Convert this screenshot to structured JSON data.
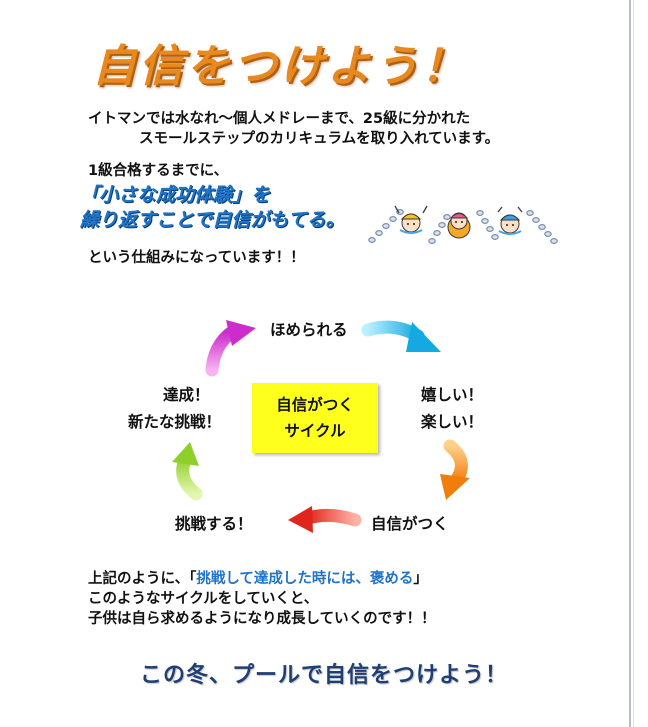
{
  "title": "自信をつけよう！",
  "intro": {
    "line1": "イトマンでは水なれ～個人メドレーまで、25級に分かれた",
    "line2": "スモールステップのカリキュラムを取り入れています。"
  },
  "success": {
    "line1": "1級合格するまでに、",
    "blue1": "「小さな成功体験」を",
    "blue2": "繰り返すことで自信がもてる。",
    "line3": "という仕組みになっています！！"
  },
  "cycle": {
    "center_line1": "自信がつく",
    "center_line2": "サイクル",
    "step_praised": "ほめられる",
    "step_happy": "嬉しい！",
    "step_fun": "楽しい！",
    "step_confidence": "自信がつく",
    "step_challenge": "挑戦する！",
    "step_achieve": "達成！",
    "step_new_challenge": "新たな挑戦！"
  },
  "summary": {
    "line1_prefix": "上記のように、「",
    "line1_highlight": "挑戦して達成した時には、褒める",
    "line1_suffix": "」",
    "line2": "このようなサイクルをしていくと、",
    "line3": "子供は自ら求めるようになり成長していくのです！！"
  },
  "closing": "この冬、プールで自信をつけよう！",
  "colors": {
    "title": "#e8891f",
    "highlight_blue": "#1f74c8",
    "center_box": "#ffff1e",
    "closing": "#1f3f74",
    "arrow_cyan": "#22c3ee",
    "arrow_orange": "#f39a1a",
    "arrow_red": "#e8322a",
    "arrow_green": "#9ed63c",
    "arrow_magenta": "#d93ad9"
  },
  "illustration": "swimming-kids-illustration"
}
